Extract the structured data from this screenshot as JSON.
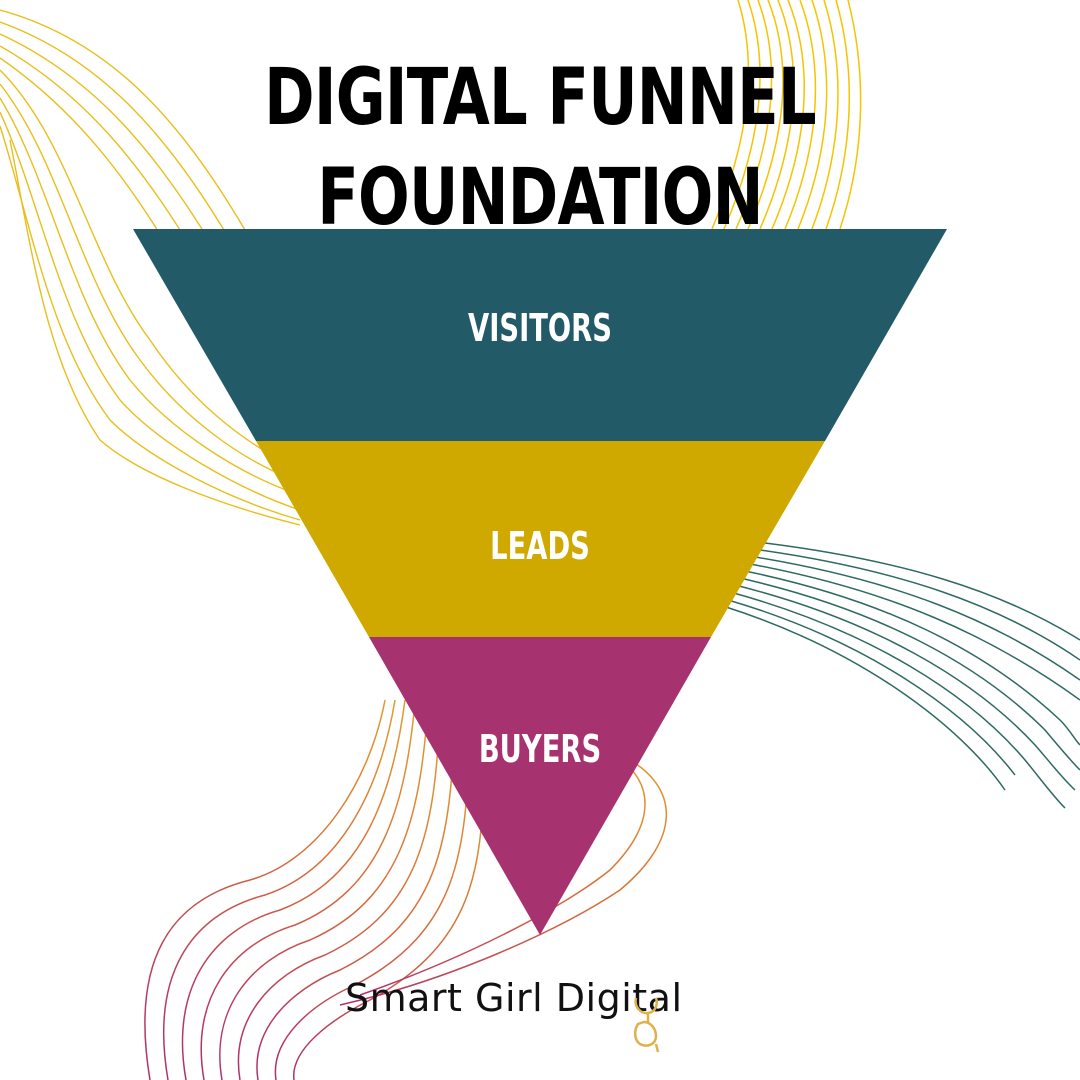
{
  "title": "DIGITAL FUNNEL FOUNDATION",
  "funnel": {
    "stages": [
      {
        "label": "VISITORS",
        "color": "#225a67"
      },
      {
        "label": "LEADS",
        "color": "#cfa900"
      },
      {
        "label": "BUYERS",
        "color": "#a63370"
      }
    ]
  },
  "brand": {
    "name": "Smart Girl Digital",
    "accent_color": "#e0b14a"
  },
  "decor": {
    "yellow_lines": "#f0c419",
    "teal_lines": "#2f6a6a",
    "orange_lines": "#dd8a3a",
    "magenta_lines": "#b0386a"
  }
}
